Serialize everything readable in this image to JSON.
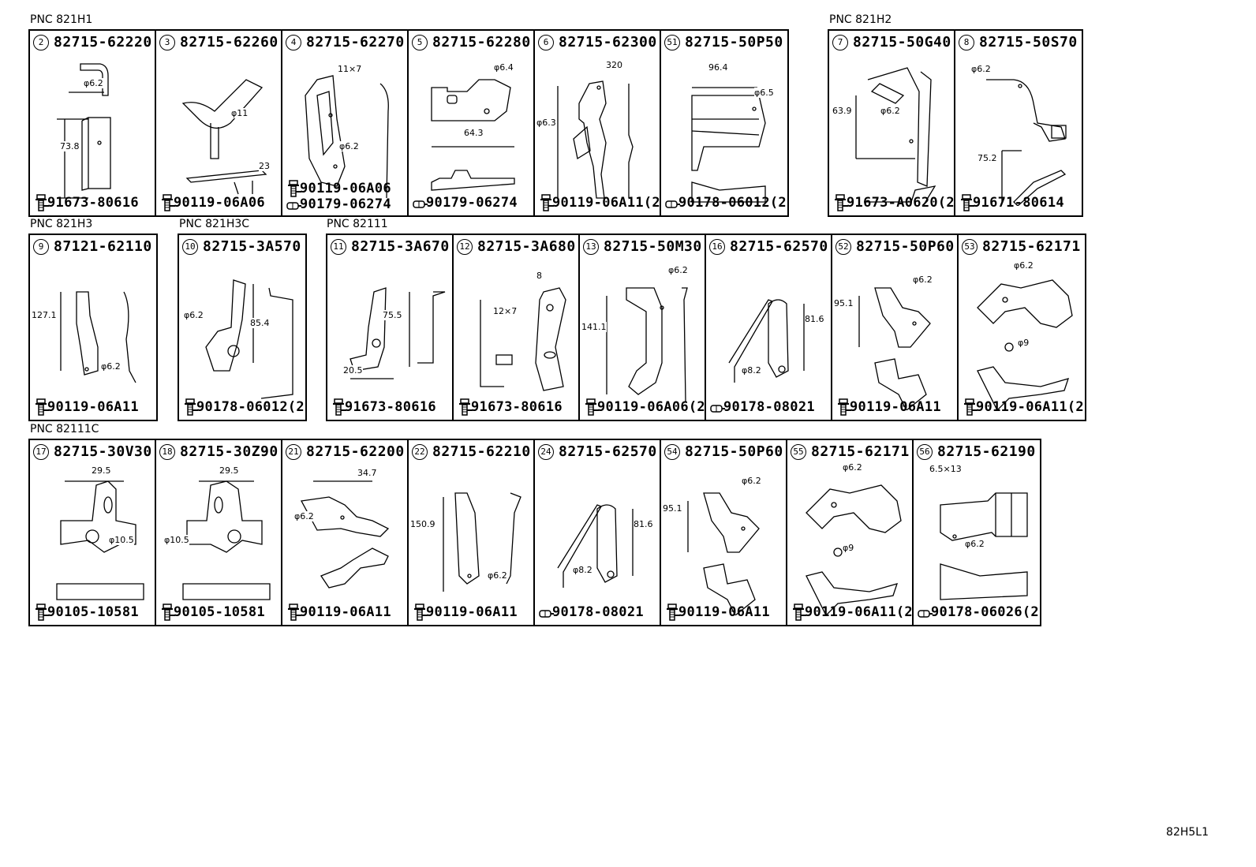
{
  "groups": {
    "g1": {
      "pnc": "PNC 821H1"
    },
    "g2": {
      "pnc": "PNC 821H2"
    },
    "g3": {
      "pnc": "PNC 821H3"
    },
    "g4": {
      "pnc": "PNC 821H3C"
    },
    "g5": {
      "pnc": "PNC 82111"
    },
    "g6": {
      "pnc": "PNC 82111C"
    }
  },
  "cells": {
    "c2": {
      "num": "2",
      "part": "82715-62220",
      "fastener": "91673-80616",
      "fastener_type": "bolt-icon",
      "dims": [
        "φ6.2",
        "73.8"
      ]
    },
    "c3": {
      "num": "3",
      "part": "82715-62260",
      "fastener": "90119-06A06",
      "fastener_type": "bolt-icon",
      "dims": [
        "φ11",
        "23"
      ]
    },
    "c4": {
      "num": "4",
      "part": "82715-62270",
      "fastener": "90119-06A06",
      "fastener_type": "bolt-icon",
      "fastener2": "90179-06274",
      "dims": [
        "11×7",
        "φ6.2"
      ]
    },
    "c5": {
      "num": "5",
      "part": "82715-62280",
      "fastener": "90179-06274",
      "fastener_type": "nut-icon",
      "dims": [
        "φ6.4",
        "64.3"
      ]
    },
    "c6": {
      "num": "6",
      "part": "82715-62300",
      "fastener": "90119-06A11(2)",
      "fastener_type": "bolt-icon",
      "dims": [
        "φ6.3",
        "320"
      ]
    },
    "c51": {
      "num": "51",
      "part": "82715-50P50",
      "fastener": "90178-06012(2)",
      "fastener_type": "nut-icon",
      "dims": [
        "96.4",
        "φ6.5"
      ]
    },
    "c7": {
      "num": "7",
      "part": "82715-50G40",
      "fastener": "91673-A0620(2)",
      "fastener_type": "bolt-icon",
      "dims": [
        "63.9",
        "φ6.2"
      ]
    },
    "c8": {
      "num": "8",
      "part": "82715-50S70",
      "fastener": "91671-80614",
      "fastener_type": "bolt-icon",
      "dims": [
        "φ6.2",
        "75.2"
      ]
    },
    "c9": {
      "num": "9",
      "part": "87121-62110",
      "fastener": "90119-06A11",
      "fastener_type": "bolt-icon",
      "dims": [
        "127.1",
        "φ6.2"
      ]
    },
    "c10": {
      "num": "10",
      "part": "82715-3A570",
      "fastener": "90178-06012(2)",
      "fastener_type": "bolt-icon",
      "dims": [
        "φ6.2",
        "85.4"
      ]
    },
    "c11": {
      "num": "11",
      "part": "82715-3A670",
      "fastener": "91673-80616",
      "fastener_type": "bolt-icon",
      "dims": [
        "75.5",
        "20.5"
      ]
    },
    "c12": {
      "num": "12",
      "part": "82715-3A680",
      "fastener": "91673-80616",
      "fastener_type": "bolt-icon",
      "dims": [
        "8",
        "12×7"
      ]
    },
    "c13": {
      "num": "13",
      "part": "82715-50M30",
      "fastener": "90119-06A06(2)",
      "fastener_type": "bolt-icon",
      "dims": [
        "φ6.2",
        "141.1"
      ]
    },
    "c16": {
      "num": "16",
      "part": "82715-62570",
      "fastener": "90178-08021",
      "fastener_type": "nut-icon",
      "dims": [
        "81.6",
        "φ8.2"
      ]
    },
    "c52": {
      "num": "52",
      "part": "82715-50P60",
      "fastener": "90119-06A11",
      "fastener_type": "bolt-icon",
      "dims": [
        "95.1",
        "φ6.2"
      ]
    },
    "c53": {
      "num": "53",
      "part": "82715-62171",
      "fastener": "90119-06A11(2)",
      "fastener_type": "bolt-icon",
      "dims": [
        "φ6.2",
        "φ9"
      ]
    },
    "c17": {
      "num": "17",
      "part": "82715-30V30",
      "fastener": "90105-10581",
      "fastener_type": "bolt-icon",
      "dims": [
        "29.5",
        "φ10.5"
      ]
    },
    "c18": {
      "num": "18",
      "part": "82715-30Z90",
      "fastener": "90105-10581",
      "fastener_type": "bolt-icon",
      "dims": [
        "29.5",
        "φ10.5"
      ]
    },
    "c21": {
      "num": "21",
      "part": "82715-62200",
      "fastener": "90119-06A11",
      "fastener_type": "bolt-icon",
      "dims": [
        "34.7",
        "φ6.2"
      ]
    },
    "c22": {
      "num": "22",
      "part": "82715-62210",
      "fastener": "90119-06A11",
      "fastener_type": "bolt-icon",
      "dims": [
        "150.9",
        "φ6.2"
      ]
    },
    "c24": {
      "num": "24",
      "part": "82715-62570",
      "fastener": "90178-08021",
      "fastener_type": "nut-icon",
      "dims": [
        "81.6",
        "φ8.2"
      ]
    },
    "c54": {
      "num": "54",
      "part": "82715-50P60",
      "fastener": "90119-06A11",
      "fastener_type": "bolt-icon",
      "dims": [
        "95.1",
        "φ6.2"
      ]
    },
    "c55": {
      "num": "55",
      "part": "82715-62171",
      "fastener": "90119-06A11(2)",
      "fastener_type": "bolt-icon",
      "dims": [
        "φ6.2",
        "φ9"
      ]
    },
    "c56": {
      "num": "56",
      "part": "82715-62190",
      "fastener": "90178-06026(2)",
      "fastener_type": "nut-icon",
      "dims": [
        "6.5×13",
        "φ6.2"
      ]
    }
  },
  "figure_code": "82H5L1"
}
